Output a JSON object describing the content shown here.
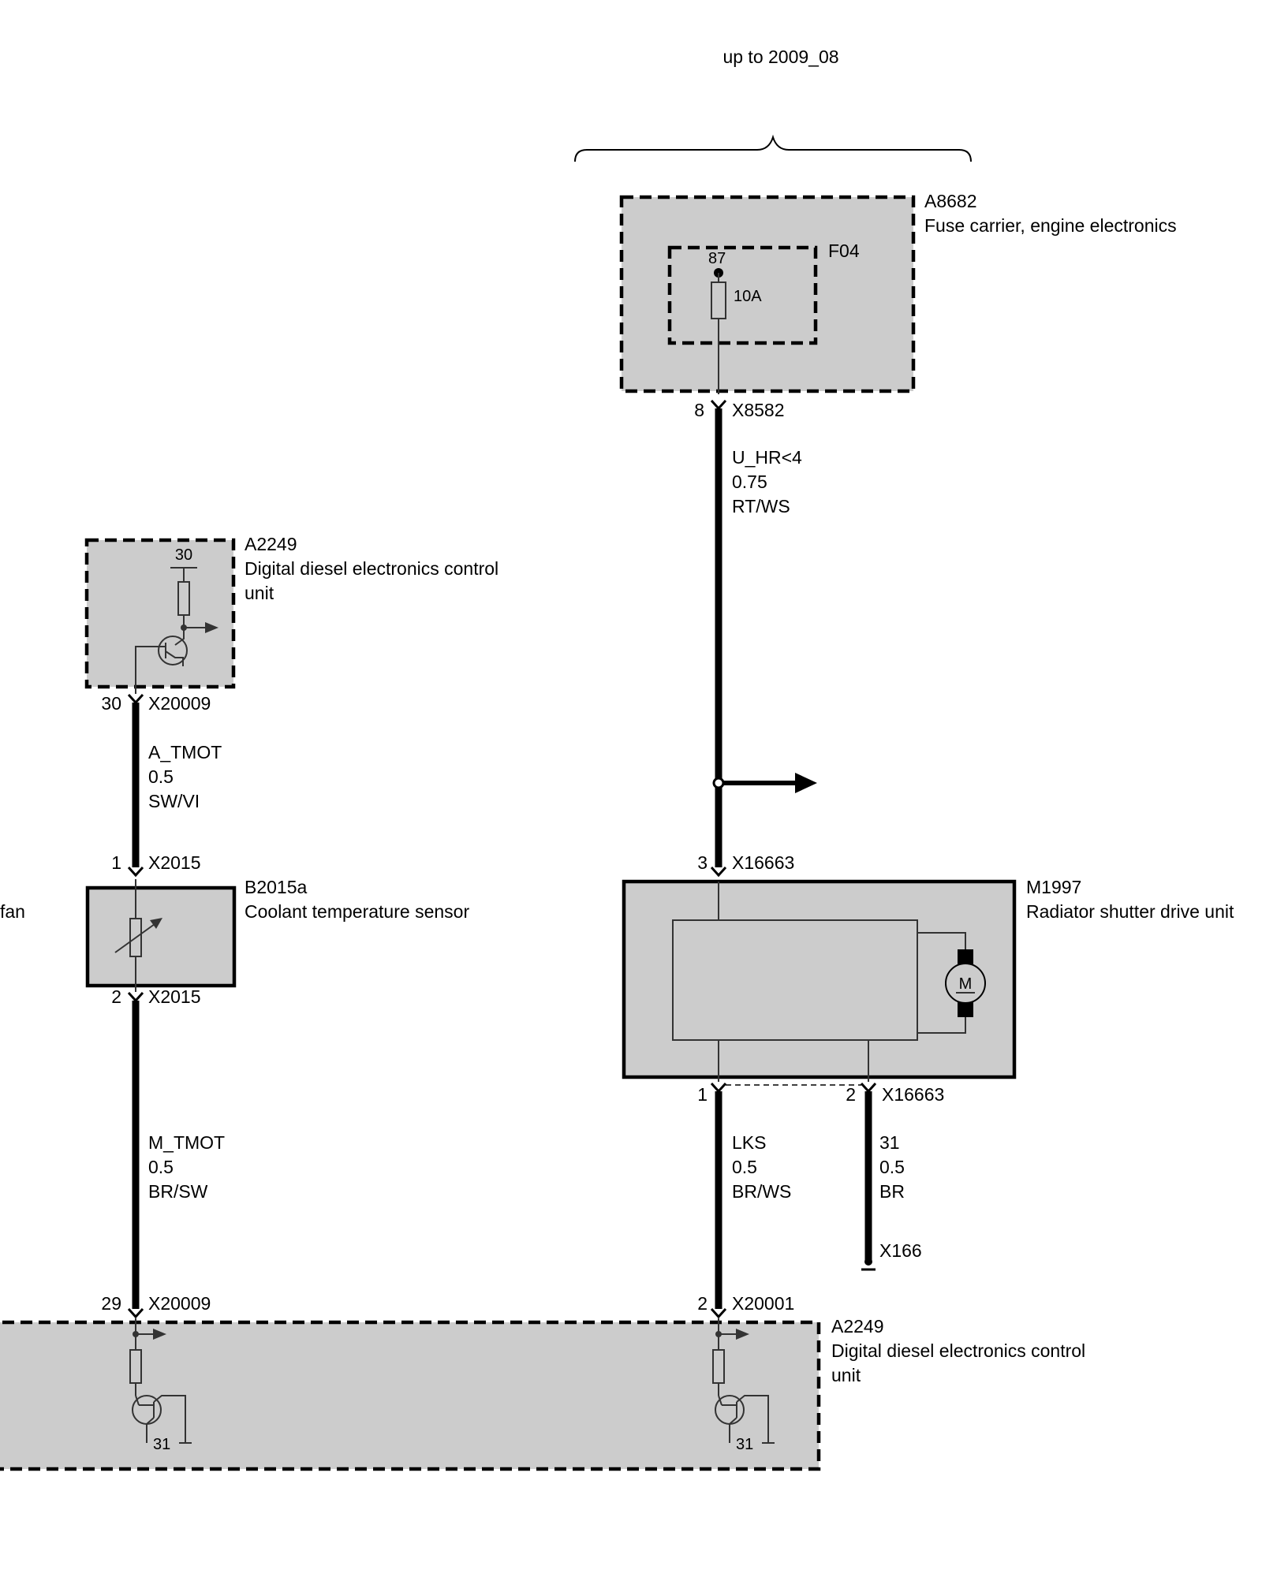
{
  "header": {
    "variant_label": "up to 2009_08"
  },
  "components": {
    "fuse_carrier": {
      "id": "A8682",
      "name": "Fuse carrier, engine electronics",
      "fuse_id": "F04",
      "terminal": "87",
      "rating": "10A"
    },
    "dde_top": {
      "id": "A2249",
      "name_line1": "Digital diesel electronics control",
      "name_line2": "unit",
      "terminal": "30"
    },
    "coolant_sensor": {
      "id": "B2015a",
      "name": "Coolant temperature sensor"
    },
    "shutter_drive": {
      "id": "M1997",
      "name": "Radiator shutter drive unit",
      "motor_symbol": "M"
    },
    "dde_bottom": {
      "id": "A2249",
      "name_line1": "Digital diesel electronics control",
      "name_line2": "unit",
      "ground_left": "31",
      "ground_right": "31"
    },
    "left_edge_fragment": "fan"
  },
  "connectors": {
    "fuse_out": {
      "pin": "8",
      "id": "X8582"
    },
    "dde_top_out": {
      "pin": "30",
      "id": "X20009"
    },
    "sensor_in": {
      "pin": "1",
      "id": "X2015"
    },
    "sensor_out": {
      "pin": "2",
      "id": "X2015"
    },
    "shutter_in": {
      "pin": "3",
      "id": "X16663"
    },
    "shutter_out1": {
      "pin": "1"
    },
    "shutter_out2": {
      "pin": "2",
      "id": "X16663"
    },
    "dde_bottom_in1": {
      "pin": "29",
      "id": "X20009"
    },
    "dde_bottom_in2": {
      "pin": "2",
      "id": "X20001"
    },
    "ground": {
      "id": "X166"
    }
  },
  "wires": {
    "u_hr": {
      "signal": "U_HR<4",
      "size": "0.75",
      "color": "RT/WS"
    },
    "a_tmot": {
      "signal": "A_TMOT",
      "size": "0.5",
      "color": "SW/VI"
    },
    "m_tmot": {
      "signal": "M_TMOT",
      "size": "0.5",
      "color": "BR/SW"
    },
    "lks": {
      "signal": "LKS",
      "size": "0.5",
      "color": "BR/WS"
    },
    "gnd31": {
      "signal": "31",
      "size": "0.5",
      "color": "BR"
    }
  }
}
